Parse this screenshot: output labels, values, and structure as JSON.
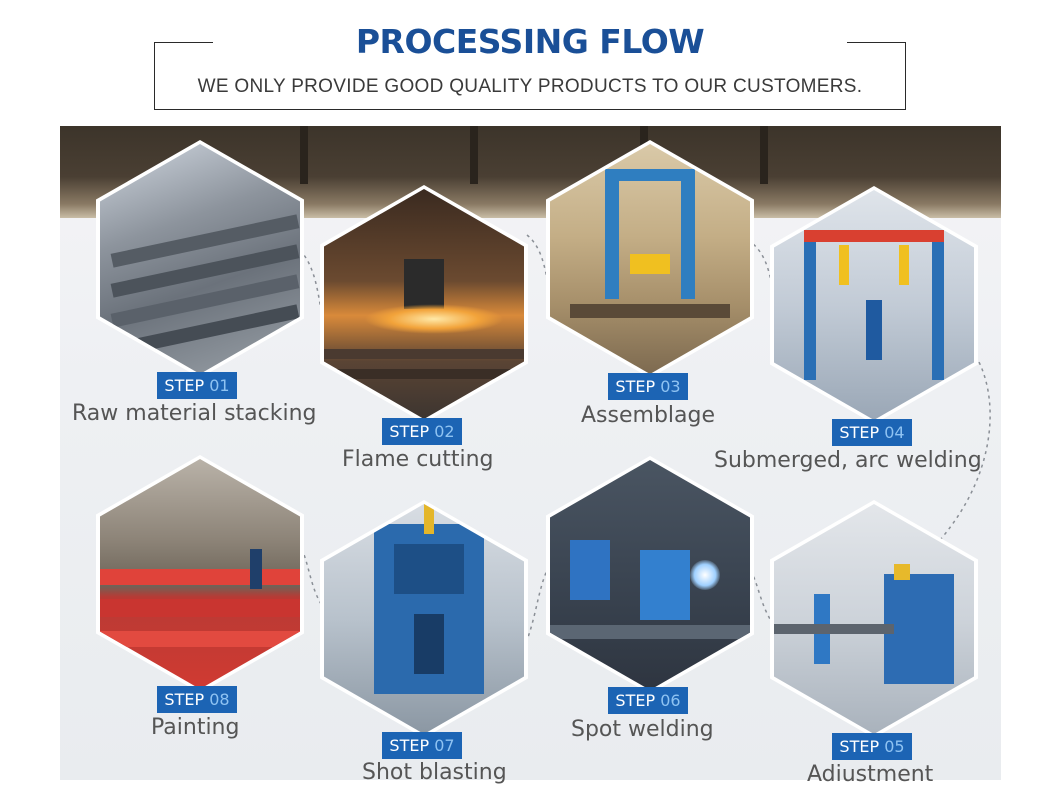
{
  "header": {
    "title": "PROCESSING FLOW",
    "subtitle": "WE ONLY PROVIDE GOOD QUALITY PRODUCTS TO OUR CUSTOMERS."
  },
  "colors": {
    "title": "#1a4f97",
    "badge": "#1c64b4",
    "badge_number": "#8fc3f2",
    "caption": "#555555"
  },
  "steps": [
    {
      "step_word": "STEP",
      "number": "01",
      "label": "Raw material  stacking",
      "image": "steel-plate-stack-photo"
    },
    {
      "step_word": "STEP",
      "number": "02",
      "label": "Flame  cutting",
      "image": "flame-cutting-sparks-photo"
    },
    {
      "step_word": "STEP",
      "number": "03",
      "label": "Assemblage",
      "image": "assembly-machine-photo"
    },
    {
      "step_word": "STEP",
      "number": "04",
      "label": "Submerged, arc welding",
      "image": "gantry-welding-machine-photo"
    },
    {
      "step_word": "STEP",
      "number": "05",
      "label": "Adiustment",
      "image": "straightening-machine-photo"
    },
    {
      "step_word": "STEP",
      "number": "06",
      "label": "Spot  welding",
      "image": "welders-at-work-photo"
    },
    {
      "step_word": "STEP",
      "number": "07",
      "label": "Shot blasting",
      "image": "shot-blasting-machine-photo"
    },
    {
      "step_word": "STEP",
      "number": "08",
      "label": "Painting",
      "image": "red-painted-beams-photo"
    }
  ]
}
